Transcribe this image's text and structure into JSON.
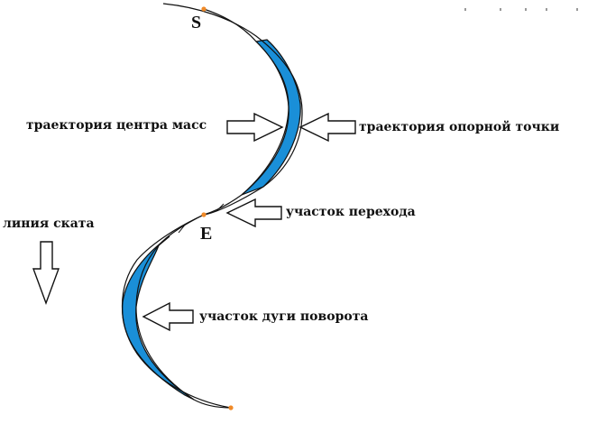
{
  "points": {
    "start": "S",
    "end": "E"
  },
  "labels": {
    "center_of_mass_path": "траектория центра масс",
    "support_point_path": "траектория опорной точки",
    "transition_section": "участок перехода",
    "fall_line": "линия ската",
    "turn_arc_section": "участок дуги поворота"
  },
  "colors": {
    "arc_fill": "#1a8fd8",
    "lines": "#111111",
    "marker": "#f08a28",
    "arrow_fill": "#ffffff"
  }
}
